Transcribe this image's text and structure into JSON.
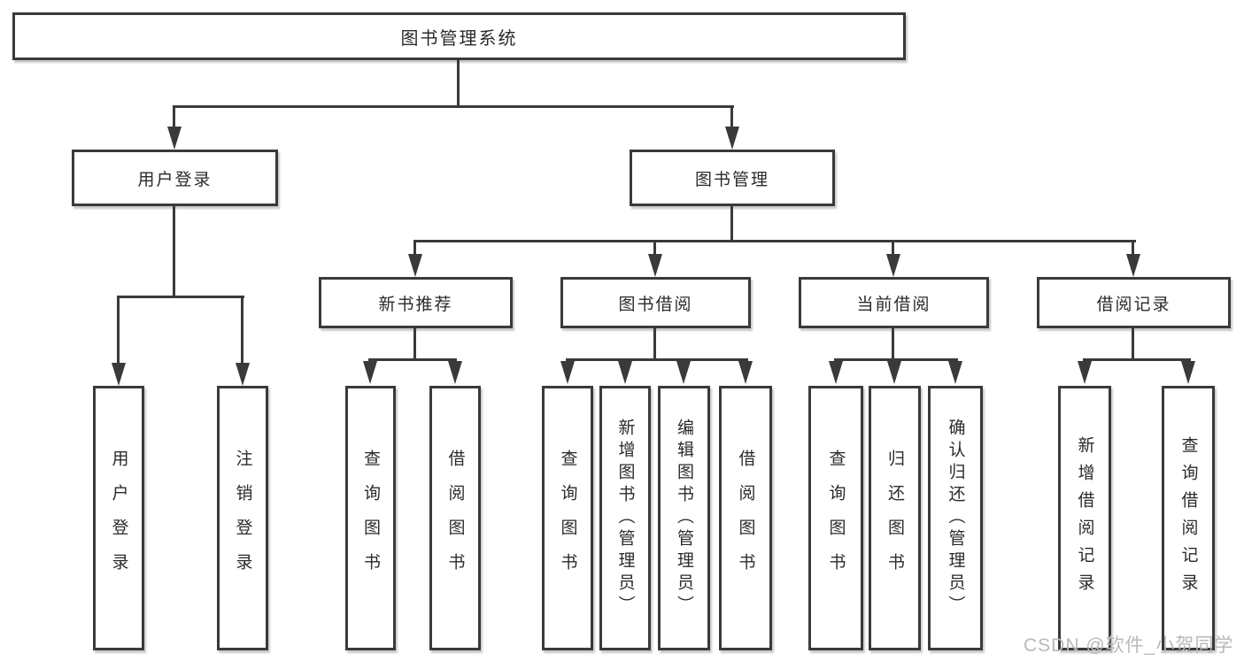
{
  "nodes": {
    "root": "图书管理系统",
    "user_login": "用户登录",
    "book_mgmt": "图书管理",
    "new_book_rec": "新书推荐",
    "book_borrow": "图书借阅",
    "current_borrow": "当前借阅",
    "borrow_records": "借阅记录",
    "leaves": {
      "user_login": [
        "用户登录",
        "注销登录"
      ],
      "new_book_rec": [
        "查询图书",
        "借阅图书"
      ],
      "book_borrow": [
        "查询图书",
        "新增图书（管理员）",
        "编辑图书（管理员）",
        "借阅图书"
      ],
      "current_borrow": [
        "查询图书",
        "归还图书",
        "确认归还（管理员）"
      ],
      "borrow_records": [
        "新增借阅记录",
        "查询借阅记录"
      ]
    }
  },
  "watermark": "CSDN @软件_小贺同学",
  "colors": {
    "line": "#3a3a3a",
    "text": "#2b2b2b",
    "background": "#ffffff",
    "watermark": "#b9b9b9"
  }
}
